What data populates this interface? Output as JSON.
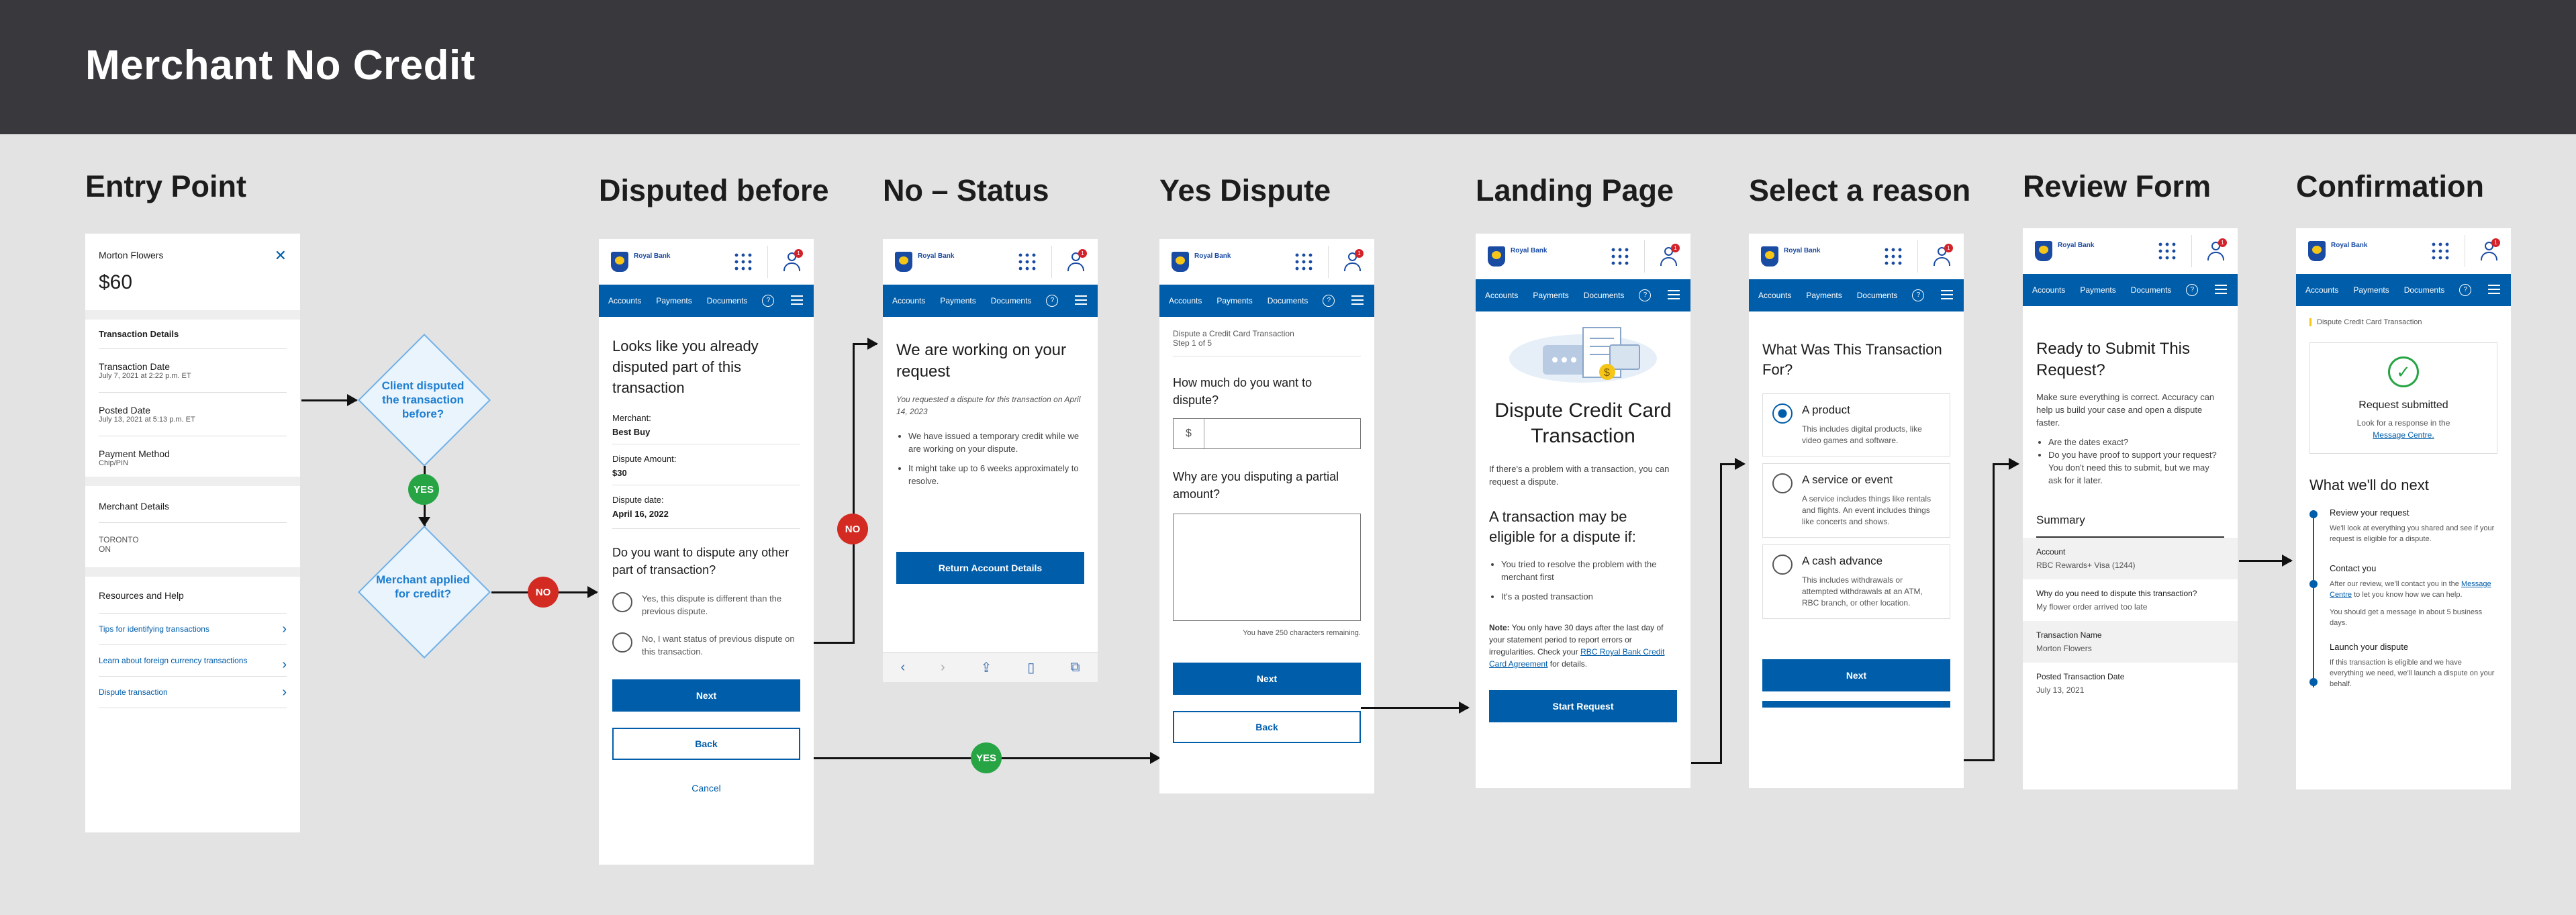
{
  "title": "Merchant No Credit",
  "labels": {
    "entry": "Entry Point",
    "disputed": "Disputed before",
    "nostatus": "No – Status",
    "yesdispute": "Yes Dispute",
    "landing": "Landing Page",
    "reason": "Select a reason",
    "review": "Review Form",
    "confirm": "Confirmation"
  },
  "bank_name": "Royal Bank",
  "notif": "1",
  "nav": {
    "accounts": "Accounts",
    "payments": "Payments",
    "documents": "Documents",
    "help": "?"
  },
  "badges": {
    "yes": "YES",
    "no": "NO"
  },
  "entry": {
    "merchant": "Morton Flowers",
    "amount": "$60",
    "txn_details": "Transaction Details",
    "txn_date_label": "Transaction Date",
    "txn_date": "July 7, 2021 at 2:22 p.m. ET",
    "posted_label": "Posted Date",
    "posted": "July 13, 2021 at 5:13 p.m. ET",
    "pay_label": "Payment Method",
    "pay": "Chip/PIN",
    "merchant_details": "Merchant Details",
    "city": "TORONTO",
    "prov": "ON",
    "help": "Resources and Help",
    "link1": "Tips for identifying transactions",
    "link2": "Learn about foreign currency transactions",
    "link3": "Dispute transaction"
  },
  "diamond1": "Client disputed the transaction before?",
  "diamond2": "Merchant applied for credit?",
  "disputed": {
    "heading": "Looks like you already disputed part of this transaction",
    "merchant_label": "Merchant:",
    "merchant": "Best Buy",
    "amount_label": "Dispute Amount:",
    "amount": "$30",
    "date_label": "Dispute date:",
    "date": "April 16, 2022",
    "question": "Do you want to dispute any other part of transaction?",
    "opt1": "Yes, this dispute is different than the previous dispute.",
    "opt2": "No, I want status of previous dispute on this transaction.",
    "next": "Next",
    "back": "Back",
    "cancel": "Cancel"
  },
  "status": {
    "heading": "We are working on your request",
    "sub": "You requested a dispute for this transaction on April 14, 2023",
    "b1": "We have issued a temporary credit while we are working on your dispute.",
    "b2": "It might take up to 6 weeks approximately to resolve.",
    "btn": "Return Account Details"
  },
  "yes": {
    "crumb": "Dispute a Credit Card Transaction",
    "step": "Step 1 of 5",
    "q1": "How much do you want to dispute?",
    "currency": "$",
    "q2": "Why are you disputing a partial amount?",
    "remaining": "You have 250 characters remaining.",
    "next": "Next",
    "back": "Back"
  },
  "landing": {
    "heading": "Dispute Credit Card Transaction",
    "intro": "If there's a problem with a transaction, you can request a dispute.",
    "sub": "A transaction may be eligible for a dispute if:",
    "b1": "You tried to resolve the problem with the merchant first",
    "b2": "It's a posted transaction",
    "note_label": "Note:",
    "note": "You only have 30 days after the last day of your statement period to report errors or irregularities. Check your",
    "note_link": "RBC Royal Bank Credit Card Agreement",
    "note_end": "for details.",
    "btn": "Start Request"
  },
  "reason": {
    "heading": "What Was This Transaction For?",
    "o1": "A product",
    "o1d": "This includes digital products, like video games and software.",
    "o2": "A service or event",
    "o2d": "A service includes things like rentals and flights. An event includes things like concerts and shows.",
    "o3": "A cash advance",
    "o3d": "This includes withdrawals or attempted withdrawals at an ATM, RBC branch, or other location.",
    "next": "Next"
  },
  "review": {
    "heading": "Ready to Submit This Request?",
    "intro": "Make sure everything is correct. Accuracy can help us build your case and open a dispute faster.",
    "b1": "Are the dates exact?",
    "b2": "Do you have proof to support your request? You don't need this to submit, but we may ask for it later.",
    "summary": "Summary",
    "acct_label": "Account",
    "acct": "RBC Rewards+ Visa (1244)",
    "why_label": "Why do you need to dispute this transaction?",
    "why": "My flower order arrived too late",
    "tname_label": "Transaction Name",
    "tname": "Morton Flowers",
    "tdate_label": "Posted Transaction Date",
    "tdate": "July 13, 2021"
  },
  "confirm": {
    "crumb": "Dispute Credit Card Transaction",
    "submitted": "Request submitted",
    "look": "Look for a response in the",
    "mc": "Message Centre.",
    "next_heading": "What we'll do next",
    "s1": "Review your request",
    "s1d": "We'll look at everything you shared and see if your request is eligible for a dispute.",
    "s2": "Contact you",
    "s2d": "After our review, we'll contact you in the",
    "s2link": "Message Centre",
    "s2d2": "to let you know how we can help.",
    "s2d3": "You should get a message in about 5 business days.",
    "s3": "Launch your dispute",
    "s3d": "If this transaction is eligible and we have everything we need, we'll launch a dispute on your behalf."
  }
}
